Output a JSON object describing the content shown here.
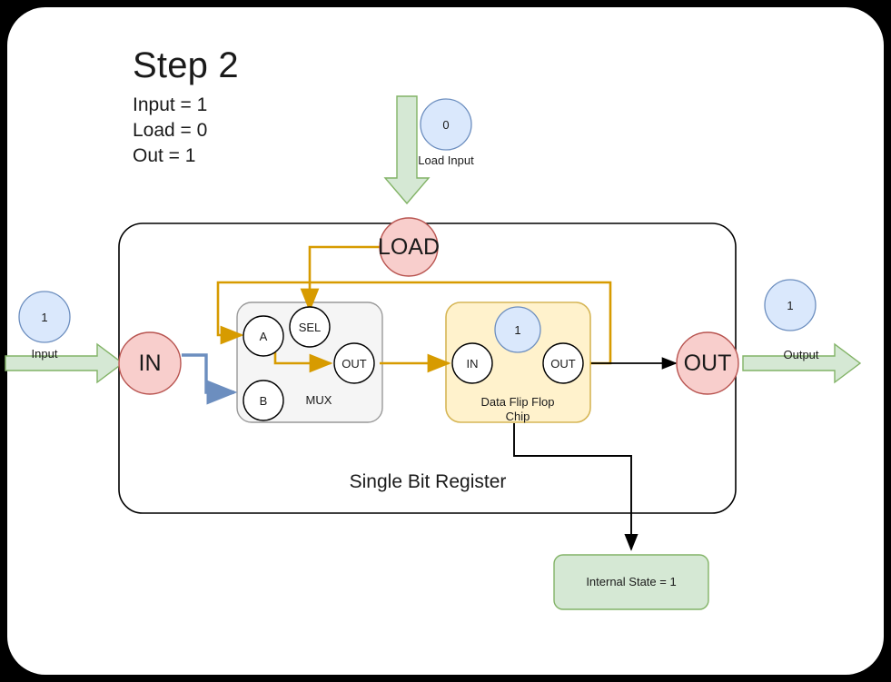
{
  "title": "Step 2",
  "state_lines": [
    "Input = 1",
    "Load = 0",
    "Out = 1"
  ],
  "external": {
    "input_value": "1",
    "input_label": "Input",
    "load_value": "0",
    "load_label": "Load Input",
    "output_value": "1",
    "output_label": "Output"
  },
  "register": {
    "label": "Single Bit Register",
    "port_in": "IN",
    "port_out": "OUT",
    "load_node": "LOAD"
  },
  "mux": {
    "label": "MUX",
    "port_a": "A",
    "port_b": "B",
    "port_sel": "SEL",
    "port_out": "OUT"
  },
  "dff": {
    "label_line1": "Data Flip Flop",
    "label_line2": "Chip",
    "port_in": "IN",
    "port_out": "OUT",
    "state_value": "1"
  },
  "internal_state": {
    "text": "Internal State = 1"
  },
  "colors": {
    "page_background": "#000000",
    "canvas": "#ffffff",
    "pink_fill": "#f8cecc",
    "pink_stroke": "#b85450",
    "blue_fill": "#dae8fc",
    "blue_stroke": "#6c8ebf",
    "green_fill": "#d5e8d4",
    "green_stroke": "#82b366",
    "yellow_fill": "#fff2cc",
    "yellow_stroke": "#d6b656",
    "grey_fill": "#f5f5f5",
    "grey_stroke": "#999999",
    "orange_wire": "#d79b00",
    "blue_wire": "#6c8ebf",
    "black_wire": "#000000"
  }
}
